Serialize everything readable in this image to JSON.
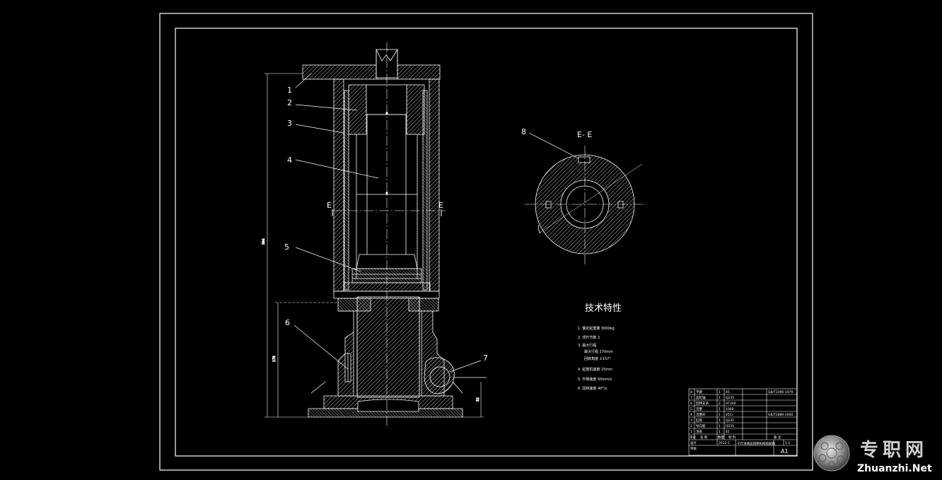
{
  "section_label": "E- E",
  "section_marker": "E",
  "part_numbers": [
    "1",
    "2",
    "3",
    "4",
    "5",
    "6",
    "7",
    "8"
  ],
  "tech_title": "技术特性",
  "tech_specs": [
    "1. 额定起重量 3000kg",
    "2. 顶升节数 2",
    "3. 最大行程",
    "最大行程 170mm",
    "回转角度 ±157°",
    "4. 起重机速度 15mm",
    "5. 升降速度 50mm/s",
    "6. 回转速度 40°/s"
  ],
  "bom_rows": [
    {
      "no": "8",
      "name": "平键",
      "qty": "1",
      "mat": "45",
      "std": "GB/T1096-1979"
    },
    {
      "no": "7",
      "name": "齿轮轴",
      "qty": "1",
      "mat": "Q235",
      "std": ""
    },
    {
      "no": "6",
      "name": "回转支承",
      "qty": "2",
      "mat": "HT200",
      "std": ""
    },
    {
      "no": "5",
      "name": "活塞",
      "qty": "1",
      "mat": "1060",
      "std": ""
    },
    {
      "no": "4",
      "name": "活塞杆",
      "qty": "1",
      "mat": "45Cr",
      "std": "GB/T2880-2000"
    },
    {
      "no": "3",
      "name": "缸筒",
      "qty": "1",
      "mat": "Q235",
      "std": ""
    },
    {
      "no": "2",
      "name": "导向套",
      "qty": "1",
      "mat": "Q235",
      "std": ""
    },
    {
      "no": "1",
      "name": "顶盖",
      "qty": "1",
      "mat": "45",
      "std": ""
    }
  ],
  "bom_header": {
    "no": "序号",
    "name": "名 称",
    "qty": "数量",
    "mat": "材 料",
    "std": "备 注"
  },
  "title_block": {
    "drawer_label": "设计",
    "checker_label": "审核",
    "date": "2012.5",
    "drawing_title": "千斤顶液压回转机构装配图",
    "scale": "1:1",
    "sheet": "A1"
  },
  "watermark": {
    "cn": "专职网",
    "en": "Zhuanzhi.Net"
  }
}
